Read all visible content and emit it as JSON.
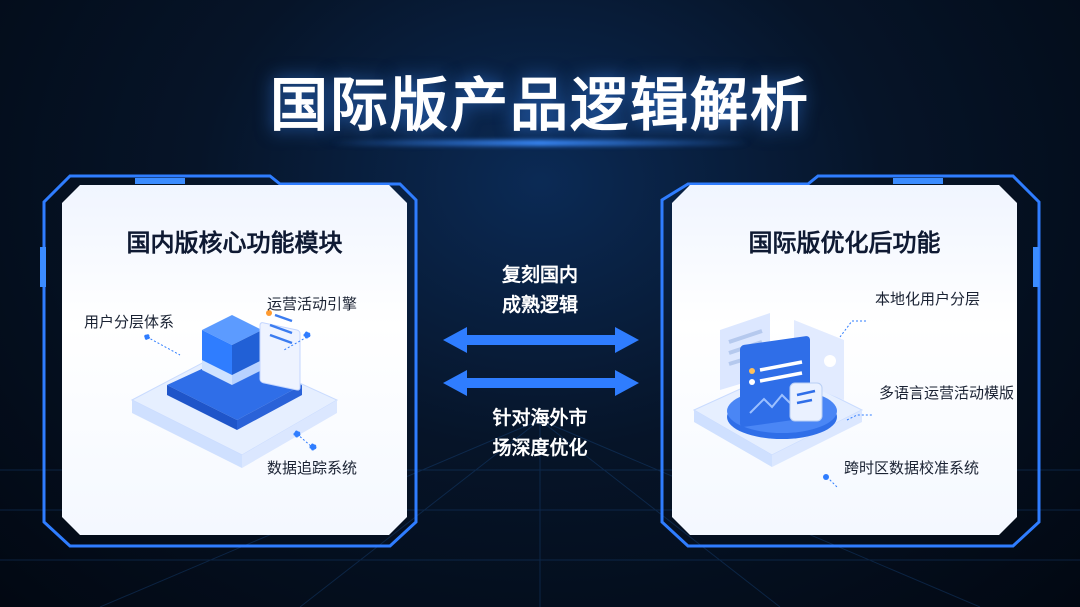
{
  "title": "国际版产品逻辑解析",
  "left_panel": {
    "title": "国内版核心功能模块",
    "labels": [
      "用户分层体系",
      "运营活动引擎",
      "数据追踪系统"
    ]
  },
  "right_panel": {
    "title": "国际版优化后功能",
    "labels": [
      "本地化用户分层",
      "多语言运营活动模版",
      "跨时区数据校准系统"
    ]
  },
  "middle": {
    "top_text": [
      "复刻国内",
      "成熟逻辑"
    ],
    "bottom_text": [
      "针对海外市",
      "场深度优化"
    ]
  },
  "colors": {
    "accent": "#2f7dff",
    "background": "#061428",
    "panel": "#ffffff"
  }
}
